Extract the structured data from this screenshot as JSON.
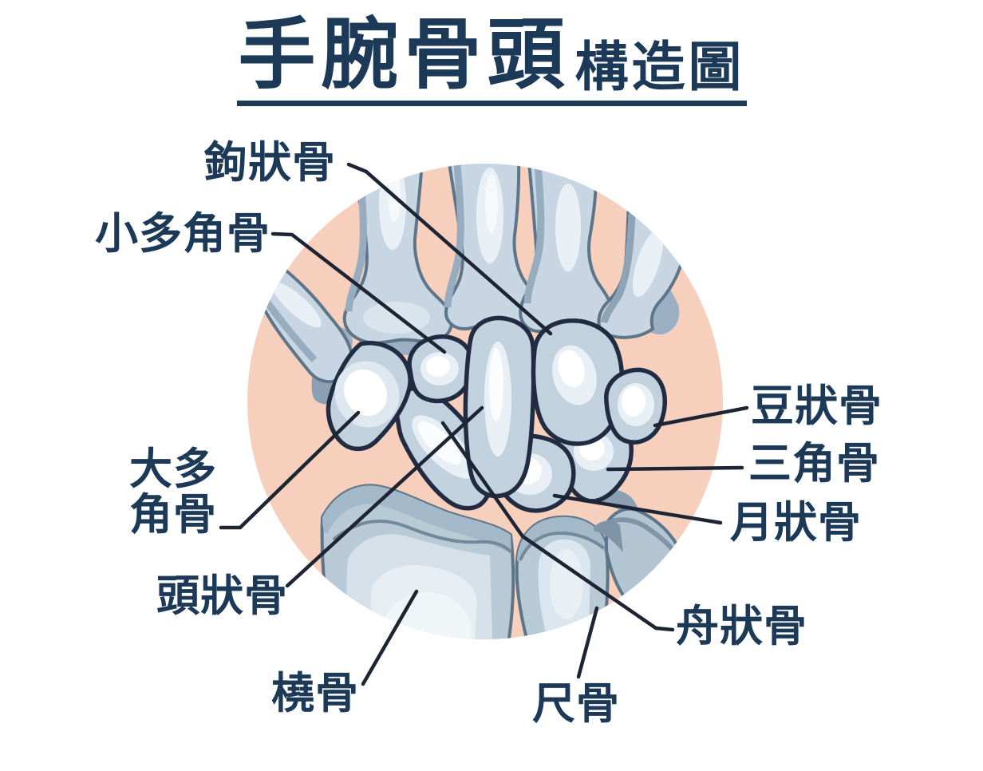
{
  "title": {
    "main": "手腕骨頭",
    "sub": "構造圖"
  },
  "labels": {
    "hamate": "鉤狀骨",
    "trapezoid": "小多角骨",
    "trapezium": "大多角骨",
    "capitate": "頭狀骨",
    "radius": "橈骨",
    "ulna": "尺骨",
    "scaphoid": "舟狀骨",
    "lunate": "月狀骨",
    "triquetrum": "三角骨",
    "pisiform": "豆狀骨"
  },
  "colors": {
    "text_navy": "#1c3a58",
    "leader_line": "#1d2433",
    "carpal_outline": "#212c42",
    "skin_circle": "#f7d0bd",
    "bone_fill": "#c7d6e2",
    "bone_shadow": "#97acbf",
    "bone_highlight": "#e9f0f5",
    "background": "#ffffff"
  }
}
